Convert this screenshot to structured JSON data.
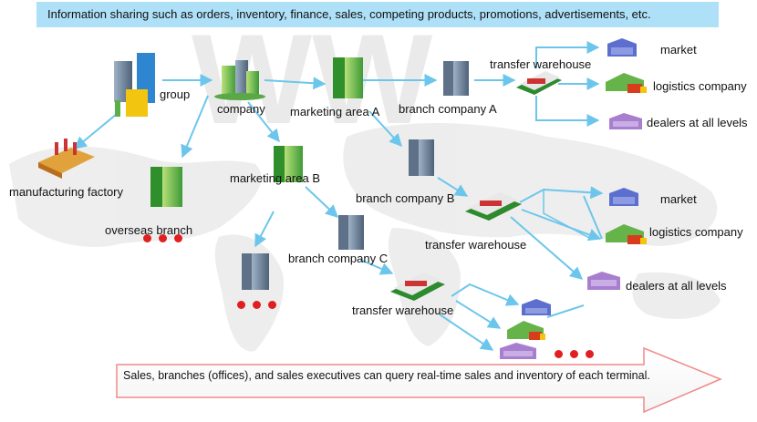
{
  "banner": "Information sharing such as orders, inventory, finance, sales, competing products, promotions, advertisements, etc.",
  "footer": "Sales, branches (offices), and sales executives can query real-time sales and inventory of each terminal.",
  "nodes": {
    "group": "group",
    "company": "company",
    "marketing_a": "marketing area A",
    "branch_a": "branch company A",
    "transfer_wh_1": "transfer warehouse",
    "market_1": "market",
    "logistics_1": "logistics company",
    "dealers_1": "dealers at all levels",
    "factory": "manufacturing factory",
    "overseas": "overseas branch",
    "marketing_b": "marketing area B",
    "branch_b": "branch company B",
    "transfer_wh_2": "transfer warehouse",
    "market_2": "market",
    "logistics_2": "logistics company",
    "dealers_2": "dealers at all levels",
    "branch_c": "branch company C",
    "transfer_wh_3": "transfer warehouse"
  },
  "colors": {
    "banner_bg": "#aee0f8",
    "arrow": "#6cc6ec",
    "dots": "#e02020",
    "map": "#e9e9e9"
  }
}
